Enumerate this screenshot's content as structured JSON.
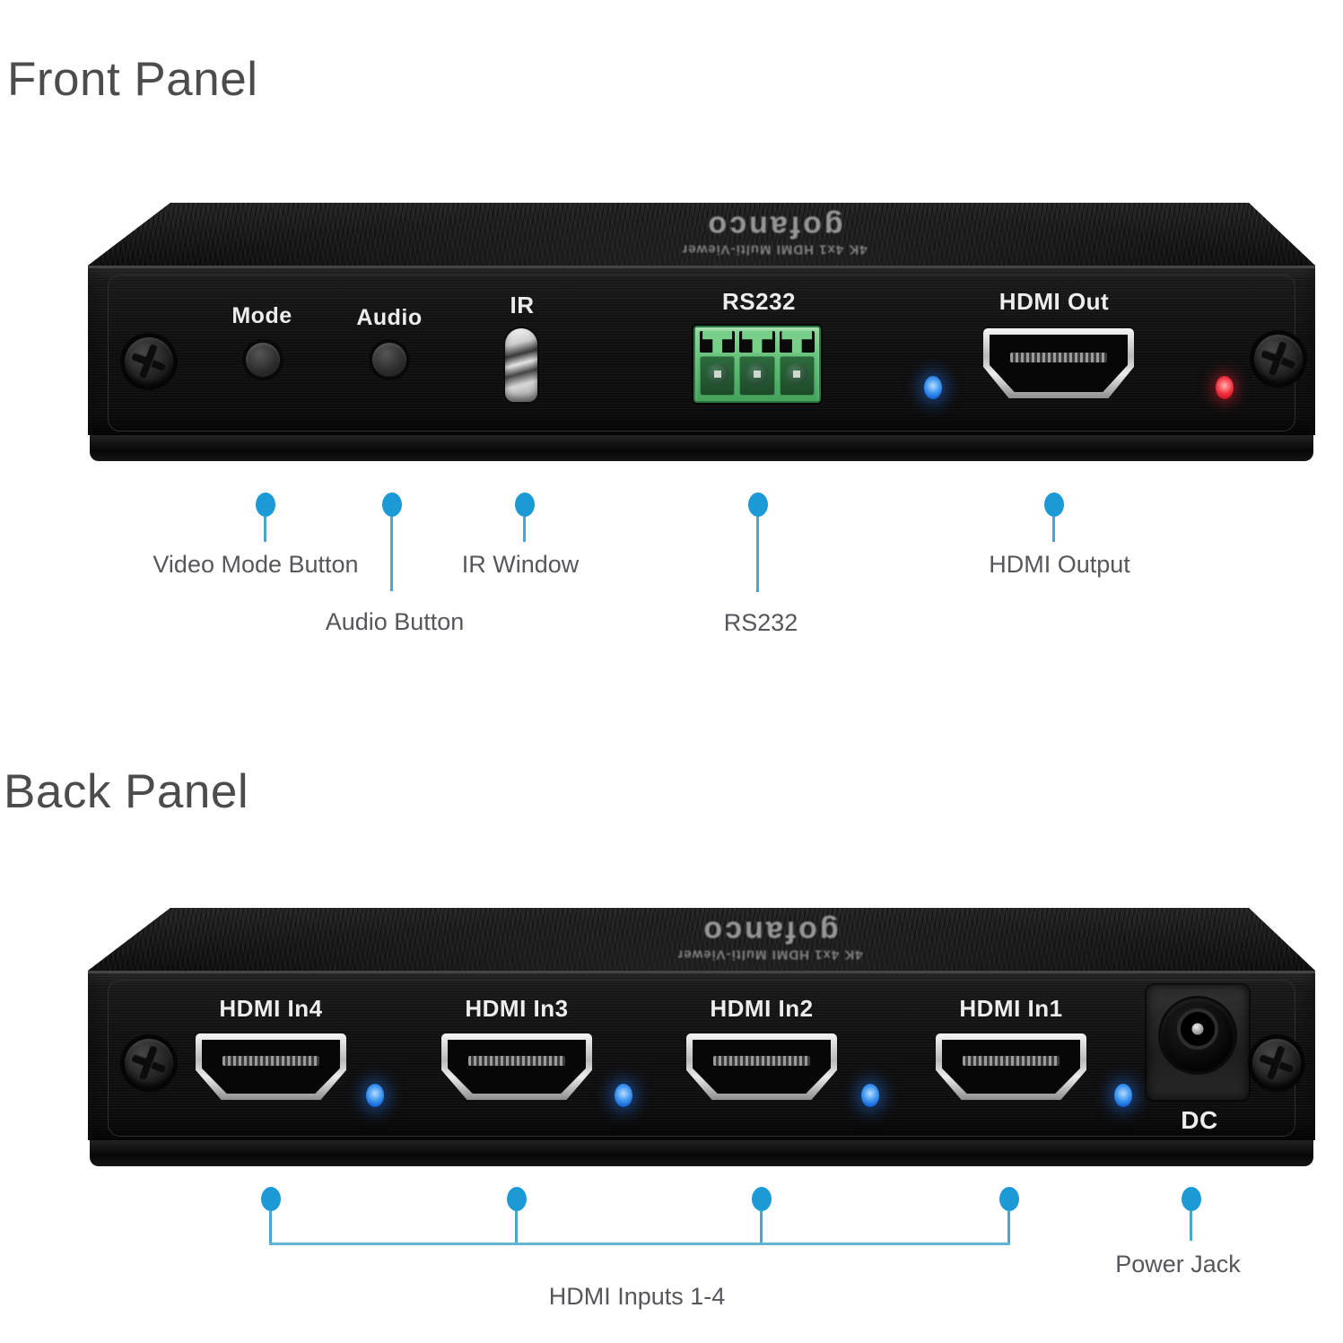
{
  "front_panel": {
    "title": "Front Panel",
    "device_labels": {
      "mode": "Mode",
      "audio": "Audio",
      "ir": "IR",
      "rs232": "RS232",
      "hdmi_out": "HDMI Out"
    },
    "callouts": [
      {
        "label": "Video Mode Button"
      },
      {
        "label": "Audio Button"
      },
      {
        "label": "IR Window"
      },
      {
        "label": "RS232"
      },
      {
        "label": "HDMI Output"
      }
    ]
  },
  "back_panel": {
    "title": "Back Panel",
    "device_labels": {
      "in4": "HDMI In4",
      "in3": "HDMI In3",
      "in2": "HDMI In2",
      "in1": "HDMI In1",
      "dc": "DC"
    },
    "callouts": [
      {
        "label": "HDMI Inputs 1-4"
      },
      {
        "label": "Power Jack"
      }
    ]
  },
  "branding": {
    "logo": "gofanco",
    "tagline": "4K 4x1 HDMI Multi-Viewer"
  },
  "colors": {
    "callout_blue": "#1c9ad6",
    "led_blue": "#1f7de8",
    "led_red": "#e51c28",
    "rs232_green": "#63bf77",
    "label_gray": "#55575c",
    "title_gray": "#4c4c4e"
  }
}
